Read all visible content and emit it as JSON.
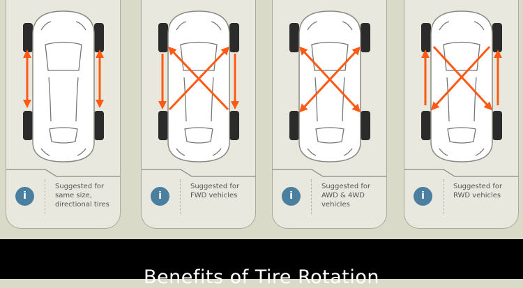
{
  "colors": {
    "arrow": "#ff5a14",
    "info": "#4a7fa0",
    "card": "#e9e8de",
    "background": "#dadac8"
  },
  "cards": [
    {
      "pattern": "front-rear-straight",
      "text": "Suggested for same size, directional tires",
      "icon": "info-icon"
    },
    {
      "pattern": "forward-cross",
      "text": "Suggested for FWD vehicles",
      "icon": "info-icon"
    },
    {
      "pattern": "x-pattern",
      "text": "Suggested for AWD & 4WD vehicles",
      "icon": "info-icon"
    },
    {
      "pattern": "rearward-cross",
      "text": "Suggested for RWD vehicles",
      "icon": "info-icon"
    }
  ],
  "info_glyph": "i",
  "footer": {
    "title": "Benefits of Tire Rotation"
  }
}
